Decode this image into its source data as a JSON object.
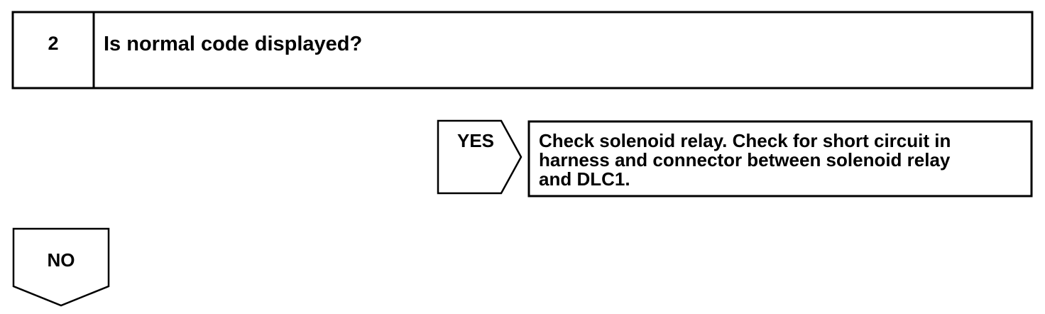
{
  "step": {
    "number": "2",
    "question": "Is normal code displayed?"
  },
  "yes_branch": {
    "label": "YES",
    "result_lines": [
      "Check solenoid relay. Check for short circuit in",
      "harness and connector between solenoid relay",
      "and DLC1."
    ]
  },
  "no_branch": {
    "label": "NO"
  }
}
